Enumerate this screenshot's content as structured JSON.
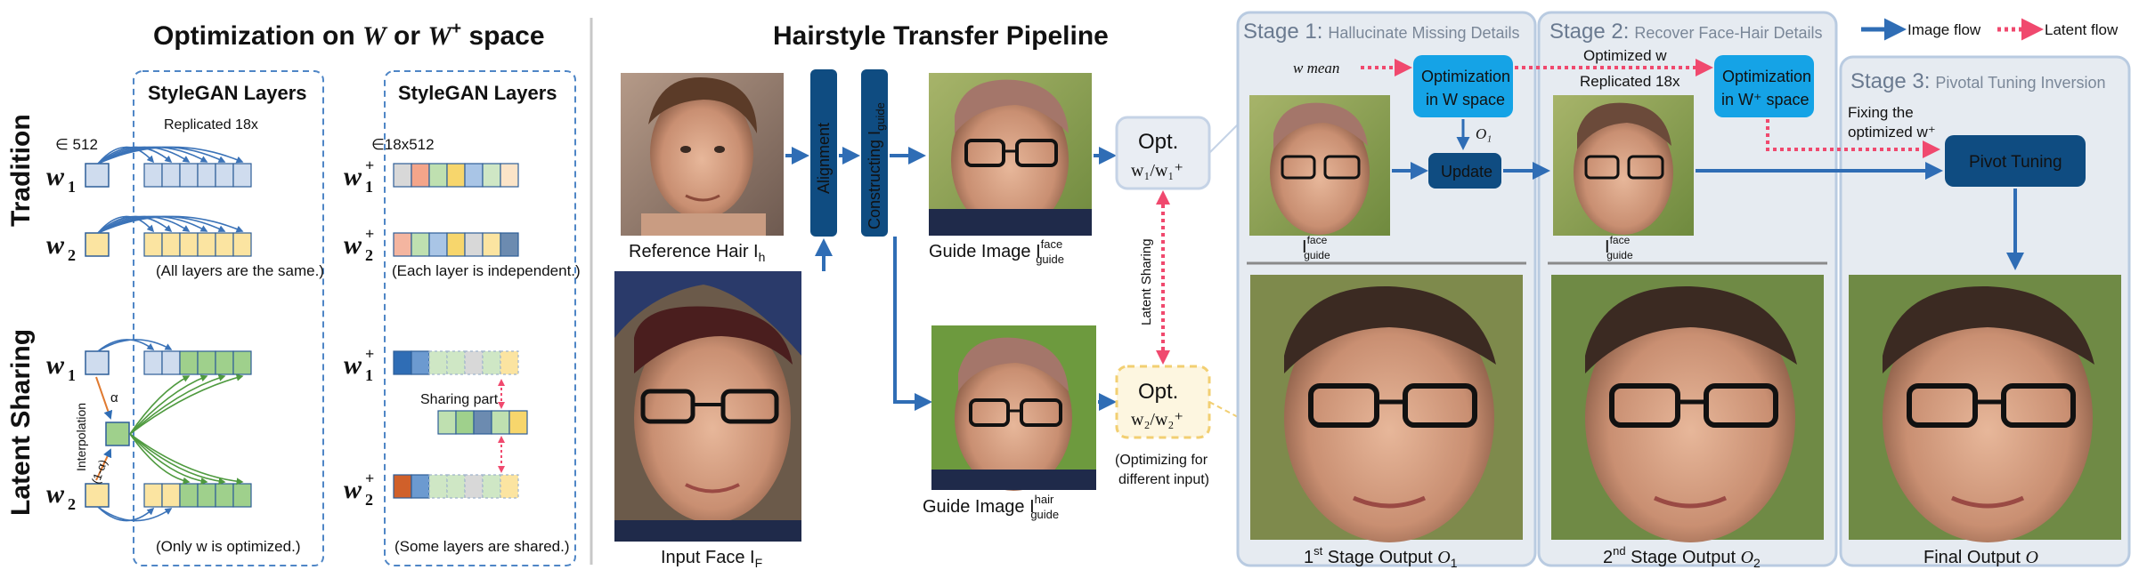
{
  "colors": {
    "image_flow": "#2f6db5",
    "latent_flow": "#f0496e",
    "dark_box": "#0f4c81",
    "light_box": "#15a3e6",
    "stage_bg": "#e6ebf1",
    "stage_border": "#b9cbe1",
    "blue_cell": "#cfdcee",
    "yellow_cell": "#fbe4a1",
    "green_cell": "#9fd08c",
    "interp_orange": "#e07a30"
  },
  "left": {
    "title_prefix": "Optimization on ",
    "title_w": "W",
    "title_or": " or ",
    "title_wplus": "W",
    "title_suffix": " space",
    "stylegan_label_1": "StyleGAN Layers",
    "stylegan_label_2": "StyleGAN Layers",
    "row_label_tradition": "Tradition",
    "row_label_latent": "Latent Sharing",
    "dim_512": "∈ 512",
    "dim_18x512": "∈18x512",
    "replicated": "Replicated 18x",
    "caption_same": "(All layers are the same.)",
    "caption_indep": "(Each layer is independent.)",
    "caption_only_w": "(Only w is optimized.)",
    "caption_shared": "(Some layers are shared.)",
    "interpolation": "Interpolation",
    "alpha": "α",
    "one_minus_alpha": "(1-α)",
    "sharing_part": "Sharing part",
    "w1": "w",
    "w2": "w",
    "sub1": "1",
    "sub2": "2",
    "plus": "+"
  },
  "middle": {
    "title": "Hairstyle Transfer Pipeline",
    "ref_hair": "Reference Hair I",
    "ref_hair_sub": "h",
    "input_face": "Input Face I",
    "input_face_sub": "F",
    "alignment": "Alignment",
    "constructing": "Constructing I",
    "constructing_sub": "guide",
    "guide_face": "Guide Image I",
    "guide_face_sup": "face",
    "guide_face_sub": "guide",
    "guide_hair": "Guide Image I",
    "guide_hair_sup": "hair",
    "guide_hair_sub": "guide",
    "opt1": "Opt.",
    "opt1_sub": "w₁/w₁⁺",
    "opt2": "Opt.",
    "opt2_sub": "w₂/w₂⁺",
    "latent_sharing": "Latent Sharing",
    "opt_note_1": "(Optimizing for",
    "opt_note_2": "different input)"
  },
  "right": {
    "legend_image": "Image flow",
    "legend_latent": "Latent flow",
    "stage1_title": "Stage 1:",
    "stage1_sub": "Hallucinate Missing Details",
    "stage2_title": "Stage 2:",
    "stage2_sub": "Recover Face-Hair Details",
    "stage3_title": "Stage 3:",
    "stage3_sub": "Pivotal Tuning Inversion",
    "w_mean": "w mean",
    "opt_in_w_1": "Optimization",
    "opt_in_w_2": "in W space",
    "opt_in_wplus_1": "Optimization",
    "opt_in_wplus_2": "in W⁺ space",
    "optimized_w": "Optimized w",
    "replicated_18x": "Replicated 18x",
    "o1": "O₁",
    "update": "Update",
    "fixing_1": "Fixing the",
    "fixing_2": "optimized w⁺",
    "pivot_tuning": "Pivot Tuning",
    "i_guide_face_1": "I",
    "i_guide_face_2": "I",
    "out1": "1st Stage Output O",
    "out1_sub": "1",
    "out2": "2nd Stage Output O",
    "out2_sub": "2",
    "final": "Final Output O"
  }
}
